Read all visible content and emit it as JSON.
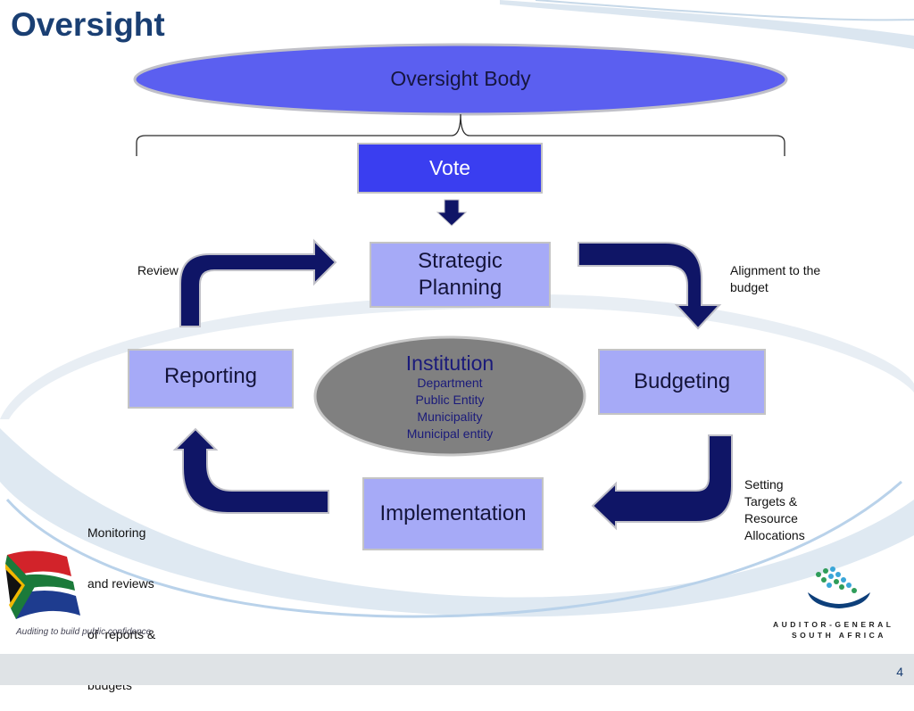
{
  "slide": {
    "title": "Oversight",
    "page_number": "4"
  },
  "oversight_body": "Oversight Body",
  "vote": "Vote",
  "nodes": {
    "strategic_planning": [
      "Strategic",
      "Planning"
    ],
    "budgeting": "Budgeting",
    "implementation": "Implementation",
    "reporting": "Reporting"
  },
  "institution": {
    "title": "Institution",
    "items": [
      "Department",
      "Public Entity",
      "Municipality",
      "Municipal entity"
    ]
  },
  "cycle_labels": {
    "review": "Review",
    "alignment": [
      "Alignment to the",
      "budget"
    ],
    "setting": [
      "Setting",
      "Targets &",
      "Resource",
      "Allocations"
    ],
    "monitoring": [
      "Monitoring",
      "and reviews",
      "of  reports &",
      "budgets"
    ]
  },
  "branding": {
    "tagline": "Auditing to build public confidence",
    "org_line1": "AUDITOR-GENERAL",
    "org_line2": "SOUTH AFRICA"
  },
  "colors": {
    "title": "#1a3f73",
    "oval_fill": "#5b5ff0",
    "vote_fill": "#3a3ef0",
    "box_fill": "#a6aaf7",
    "arrow_fill": "#0f1566",
    "institution_fill": "#808080"
  }
}
